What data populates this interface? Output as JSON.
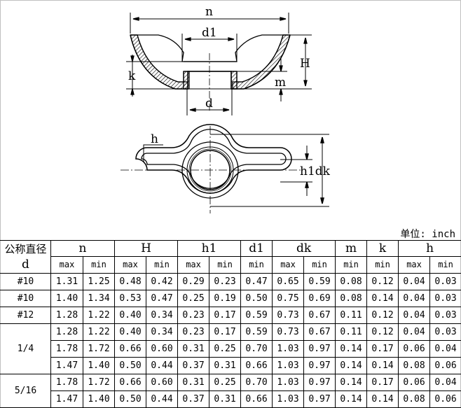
{
  "drawing": {
    "side_view_labels": {
      "n": "n",
      "d1": "d1",
      "H": "H",
      "k": "k",
      "m": "m",
      "d": "d"
    },
    "top_view_labels": {
      "h": "h",
      "h1dk": "h1dk"
    }
  },
  "unit_label": "单位: inch",
  "table": {
    "header": {
      "nominal_label": "公称直径",
      "nominal_symbol": "d",
      "groups": [
        {
          "label": "n",
          "sub": [
            "max",
            "min"
          ]
        },
        {
          "label": "H",
          "sub": [
            "max",
            "min"
          ]
        },
        {
          "label": "h1",
          "sub": [
            "max",
            "min"
          ]
        },
        {
          "label": "d1",
          "sub": [
            "min"
          ]
        },
        {
          "label": "dk",
          "sub": [
            "max",
            "min"
          ]
        },
        {
          "label": "m",
          "sub": [
            "min"
          ]
        },
        {
          "label": "k",
          "sub": [
            "min"
          ]
        },
        {
          "label": "h",
          "sub": [
            "max",
            "min"
          ]
        }
      ]
    },
    "rows": [
      {
        "d": "#10",
        "values": [
          "1.31",
          "1.25",
          "0.48",
          "0.42",
          "0.29",
          "0.23",
          "0.47",
          "0.65",
          "0.59",
          "0.08",
          "0.12",
          "0.04",
          "0.03"
        ]
      },
      {
        "d": "#10",
        "values": [
          "1.40",
          "1.34",
          "0.53",
          "0.47",
          "0.25",
          "0.19",
          "0.50",
          "0.75",
          "0.69",
          "0.08",
          "0.14",
          "0.04",
          "0.03"
        ]
      },
      {
        "d": "#12",
        "values": [
          "1.28",
          "1.22",
          "0.40",
          "0.34",
          "0.23",
          "0.17",
          "0.59",
          "0.73",
          "0.67",
          "0.11",
          "0.12",
          "0.04",
          "0.03"
        ]
      },
      {
        "d": "1/4",
        "values": [
          "1.28",
          "1.22",
          "0.40",
          "0.34",
          "0.23",
          "0.17",
          "0.59",
          "0.73",
          "0.67",
          "0.11",
          "0.12",
          "0.04",
          "0.03"
        ]
      },
      {
        "d": "1/4",
        "values": [
          "1.78",
          "1.72",
          "0.66",
          "0.60",
          "0.31",
          "0.25",
          "0.70",
          "1.03",
          "0.97",
          "0.14",
          "0.17",
          "0.06",
          "0.04"
        ]
      },
      {
        "d": "1/4",
        "values": [
          "1.47",
          "1.40",
          "0.50",
          "0.44",
          "0.37",
          "0.31",
          "0.66",
          "1.03",
          "0.97",
          "0.14",
          "0.14",
          "0.08",
          "0.06"
        ]
      },
      {
        "d": "5/16",
        "values": [
          "1.78",
          "1.72",
          "0.66",
          "0.60",
          "0.31",
          "0.25",
          "0.70",
          "1.03",
          "0.97",
          "0.14",
          "0.17",
          "0.06",
          "0.04"
        ]
      },
      {
        "d": "5/16",
        "values": [
          "1.47",
          "1.40",
          "0.50",
          "0.44",
          "0.37",
          "0.31",
          "0.66",
          "1.03",
          "0.97",
          "0.14",
          "0.14",
          "0.08",
          "0.06"
        ]
      }
    ]
  }
}
